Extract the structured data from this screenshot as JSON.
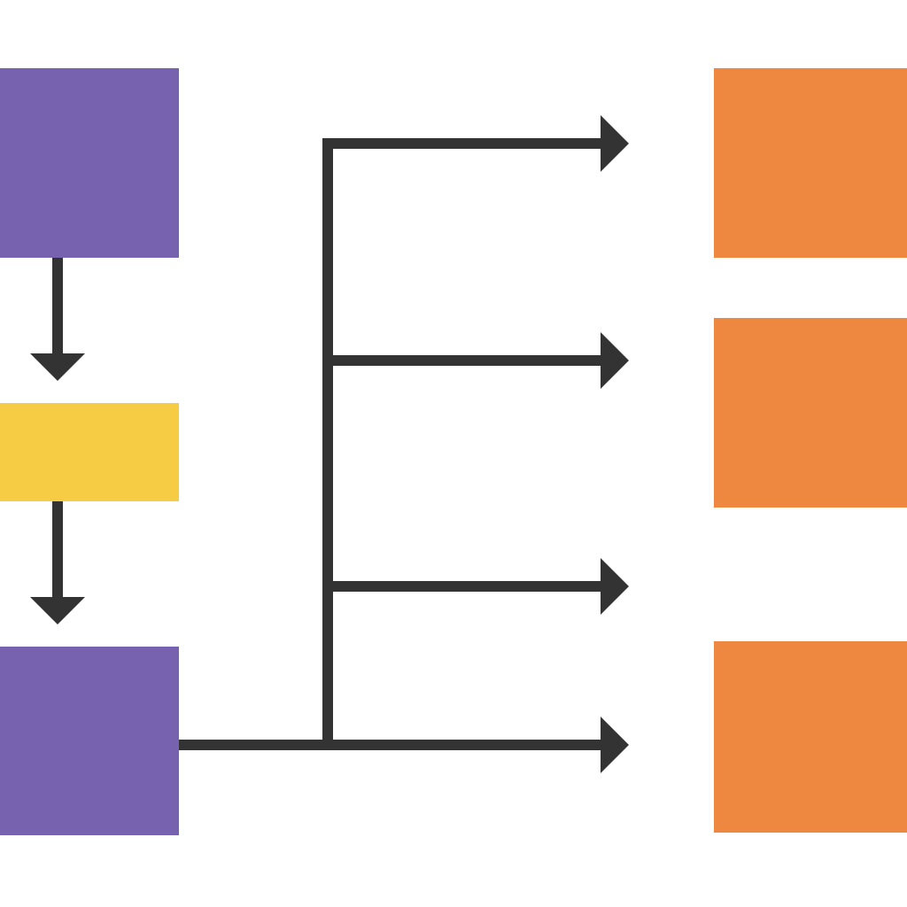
{
  "diagram": {
    "colors": {
      "background": "#ffffff",
      "purple": "#7662af",
      "yellow": "#f6cc45",
      "orange": "#ee8840",
      "connector": "#333333"
    },
    "nodes": [
      {
        "id": "source-top",
        "shape": "rectangle",
        "color": "purple",
        "label": ""
      },
      {
        "id": "middle",
        "shape": "rectangle",
        "color": "yellow",
        "label": ""
      },
      {
        "id": "source-bottom",
        "shape": "rectangle",
        "color": "purple",
        "label": ""
      },
      {
        "id": "target-1",
        "shape": "rectangle",
        "color": "orange",
        "label": ""
      },
      {
        "id": "target-2",
        "shape": "rectangle",
        "color": "orange",
        "label": ""
      },
      {
        "id": "target-3",
        "shape": "rectangle",
        "color": "orange",
        "label": ""
      }
    ],
    "edges": [
      {
        "from": "source-top",
        "to": "middle",
        "style": "arrow"
      },
      {
        "from": "middle",
        "to": "source-bottom",
        "style": "arrow"
      },
      {
        "from": "source-bottom",
        "to": "branch-1",
        "style": "arrow"
      },
      {
        "from": "source-bottom",
        "to": "branch-2",
        "style": "arrow"
      },
      {
        "from": "source-bottom",
        "to": "branch-3",
        "style": "arrow"
      },
      {
        "from": "source-bottom",
        "to": "branch-4",
        "style": "arrow"
      }
    ]
  }
}
